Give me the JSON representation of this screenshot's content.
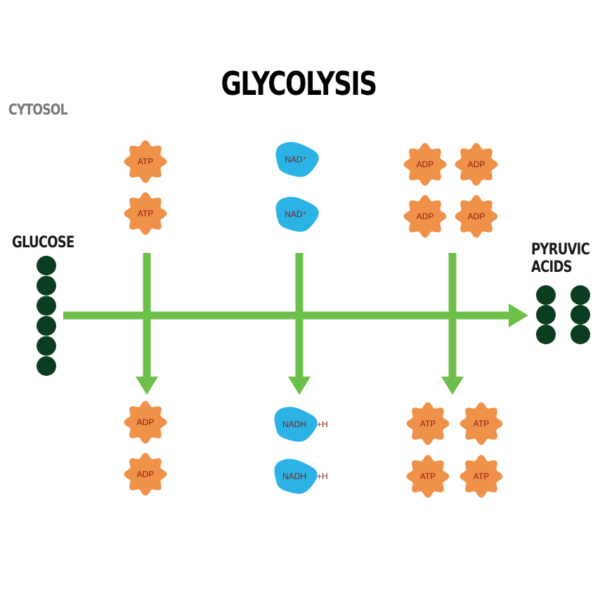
{
  "title": "GLYCOLYSIS",
  "region_label": "CYTOSOL",
  "start_label": "GLUCOSE",
  "end_label_line1": "PYRUVIC",
  "end_label_line2": "ACIDS",
  "colors": {
    "arrow": "#6cc04a",
    "energy_molecule": "#f0914a",
    "carrier_molecule": "#2bb3e6",
    "molecule_text": "#8b1a0e",
    "carbon": "#0b3d20",
    "title": "#1a1a1a",
    "cytosol_text": "#777777"
  },
  "inputs": [
    {
      "kind": "energy",
      "items": [
        "ATP",
        "ATP"
      ]
    },
    {
      "kind": "carrier",
      "items": [
        "NAD⁺",
        "NAD⁺"
      ]
    },
    {
      "kind": "energy",
      "items": [
        "ADP",
        "ADP",
        "ADP",
        "ADP"
      ]
    }
  ],
  "outputs": [
    {
      "kind": "energy",
      "items": [
        "ADP",
        "ADP"
      ]
    },
    {
      "kind": "carrier",
      "items": [
        "NADH",
        "NADH"
      ],
      "suffix": "+H"
    },
    {
      "kind": "energy",
      "items": [
        "ATP",
        "ATP",
        "ATP",
        "ATP"
      ]
    }
  ],
  "glucose_carbons": 6,
  "pyruvate_molecules": 2,
  "carbons_per_pyruvate": 3,
  "icons": [
    "flower-molecule-icon",
    "cloud-molecule-icon",
    "carbon-dot-icon",
    "arrow-right-icon",
    "arrow-down-icon"
  ]
}
